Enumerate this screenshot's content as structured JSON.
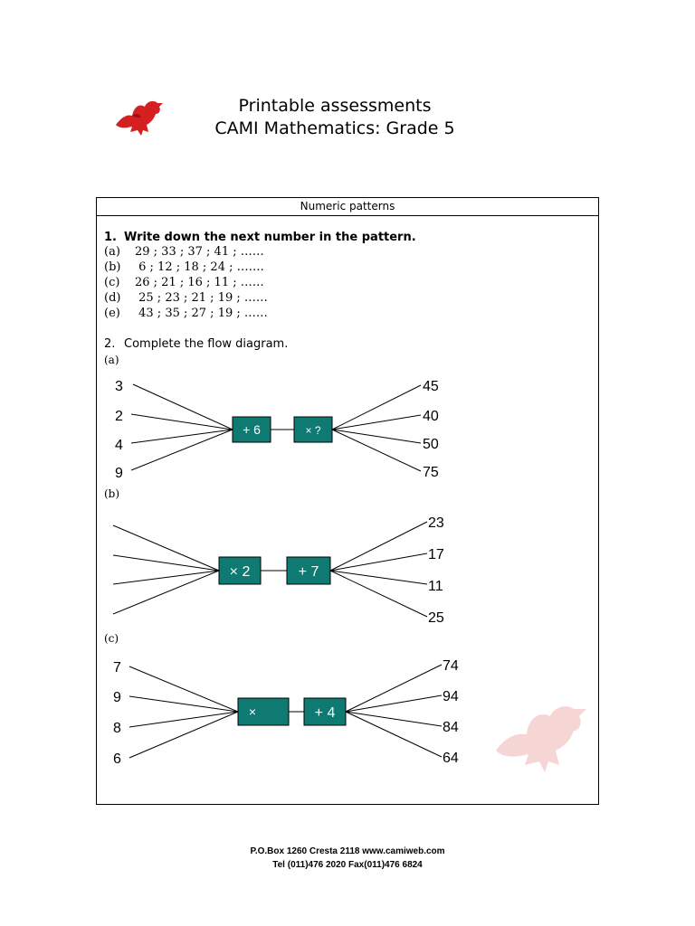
{
  "header": {
    "title_line1": "Printable assessments",
    "title_line2": "CAMI Mathematics: Grade 5",
    "logo_icon": "cami-dragon-logo-icon"
  },
  "sheet": {
    "title": "Numeric patterns",
    "q1": {
      "number": "1.",
      "text": "Write down the next number in the pattern.",
      "items": [
        {
          "label": "(a)",
          "text": "29 ; 33 ; 37 ; 41 ; ……"
        },
        {
          "label": "(b)",
          "text": " 6 ; 12 ; 18 ; 24 ; ……."
        },
        {
          "label": "(c)",
          "text": "26 ; 21 ; 16 ; 11 ; ……"
        },
        {
          "label": "(d)",
          "text": " 25 ; 23 ; 21 ; 19 ; ……"
        },
        {
          "label": "(e)",
          "text": " 43 ; 35 ; 27 ; 19 ; ……"
        }
      ]
    },
    "q2": {
      "number": "2.",
      "text": "Complete the flow diagram.",
      "diagrams": [
        {
          "label": "(a)",
          "inputs": [
            "3",
            "2",
            "4",
            "9"
          ],
          "op1": "+ 6",
          "op2": "× ?",
          "outputs": [
            "45",
            "40",
            "50",
            "75"
          ]
        },
        {
          "label": "(b)",
          "inputs": [
            "",
            "",
            "",
            ""
          ],
          "op1": "× 2",
          "op2": "+ 7",
          "outputs": [
            "23",
            "17",
            "11",
            "25"
          ]
        },
        {
          "label": "(c)",
          "inputs": [
            "7",
            "9",
            "8",
            "6"
          ],
          "op1": "×",
          "op2": "+ 4",
          "outputs": [
            "74",
            "94",
            "84",
            "64"
          ]
        }
      ]
    }
  },
  "footer": {
    "line1": "P.O.Box 1260 Cresta 2118  www.camiweb.com",
    "line2": "Tel (011)476 2020  Fax(011)476 6824"
  },
  "colors": {
    "box_fill": "#0f7a72",
    "logo_red": "#d42020",
    "watermark": "#e88a8a"
  }
}
